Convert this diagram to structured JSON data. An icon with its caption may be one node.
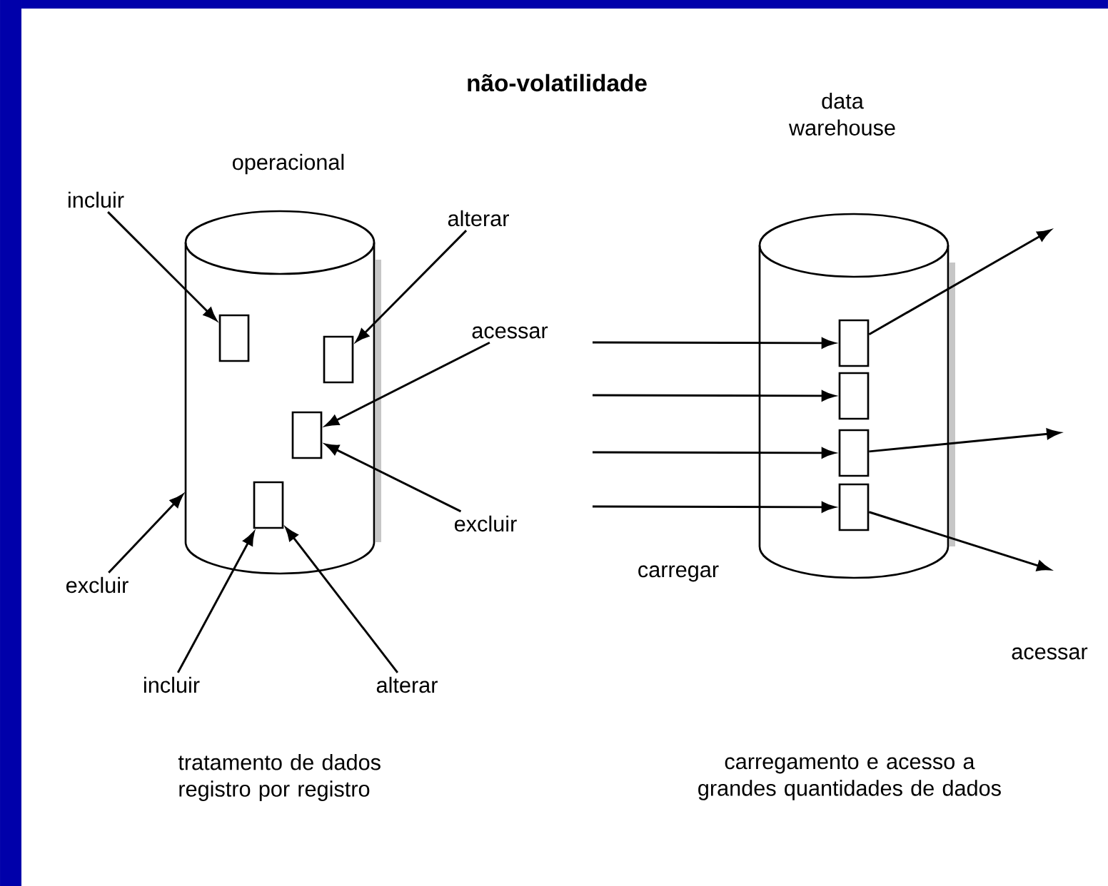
{
  "diagram": {
    "title": "não-volatilidade",
    "nodes": [
      {
        "text": [
          "operacional"
        ]
      },
      {
        "text": [],
        "shape": "box",
        "in": 0
      },
      {
        "text": [],
        "shape": "box",
        "in": 0
      },
      {
        "text": [],
        "shape": "box",
        "in": 0
      },
      {
        "text": [],
        "shape": "box",
        "in": 0
      },
      {
        "text": [
          "data warehouse"
        ]
      },
      {
        "text": [],
        "shape": "box",
        "in": 5
      },
      {
        "text": [],
        "shape": "box",
        "in": 5
      },
      {
        "text": [],
        "shape": "box",
        "in": 5
      },
      {
        "text": [],
        "shape": "box",
        "in": 5
      },
      {
        "text": [
          "incluir"
        ]
      },
      {
        "text": [
          "alterar"
        ]
      },
      {
        "text": [
          "acessar"
        ]
      },
      {
        "text": [
          "excluir"
        ]
      },
      {
        "text": [
          "excluir"
        ]
      },
      {
        "text": [
          "incluir"
        ]
      },
      {
        "text": [
          "alterar"
        ]
      }
    ],
    "edges": [
      {
        "from": 10,
        "to": 1,
        "arrow": "to"
      },
      {
        "from": 11,
        "to": 2,
        "arrow": "to"
      },
      {
        "from": 12,
        "to": 3,
        "arrow": "to"
      },
      {
        "from": 13,
        "to": 3,
        "arrow": "to"
      },
      {
        "from": 14,
        "to": 0,
        "arrow": "to"
      },
      {
        "from": 15,
        "to": 4,
        "arrow": "to"
      },
      {
        "from": 16,
        "to": 4,
        "arrow": "to"
      },
      {
        "from": null,
        "to": 6,
        "arrow": "to"
      },
      {
        "from": null,
        "to": 7,
        "arrow": "to"
      },
      {
        "from": null,
        "to": 8,
        "arrow": "to"
      },
      {
        "from": null,
        "to": 9,
        "arrow": "to"
      },
      {
        "from": 6,
        "to": null,
        "arrow": "to"
      },
      {
        "from": 8,
        "to": null,
        "arrow": "to"
      },
      {
        "from": 9,
        "to": null,
        "arrow": "to"
      }
    ],
    "labels": [
      "carregar",
      "acessar",
      "tratamento de dados registro por registro",
      "carregamento e acesso a grandes quantidades de dados"
    ]
  }
}
